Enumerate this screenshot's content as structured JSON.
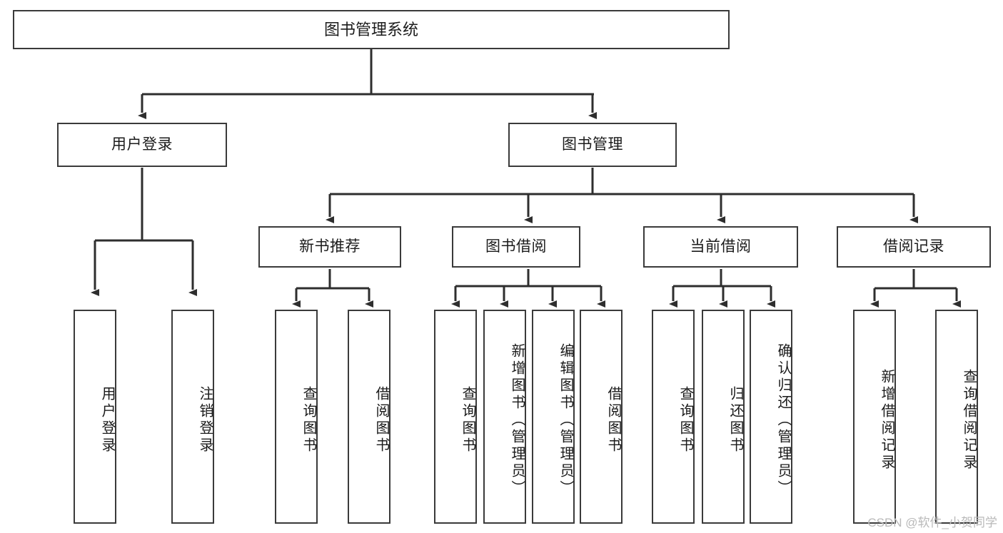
{
  "diagram": {
    "title": "图书管理系统",
    "type": "tree-hierarchy-diagram",
    "watermark": "CSDN @软件_小贺同学",
    "accent_color": "#3a3a3a",
    "background_color": "#ffffff",
    "root": {
      "label": "图书管理系统"
    },
    "level2": [
      {
        "id": "user-login",
        "label": "用户登录"
      },
      {
        "id": "book-management",
        "label": "图书管理"
      }
    ],
    "level3": [
      {
        "id": "new-book-recommend",
        "label": "新书推荐"
      },
      {
        "id": "book-borrow",
        "label": "图书借阅"
      },
      {
        "id": "current-borrow",
        "label": "当前借阅"
      },
      {
        "id": "borrow-record",
        "label": "借阅记录"
      }
    ],
    "leaves": [
      {
        "id": "leaf-user-login",
        "label": "用户登录",
        "parent": "user-login"
      },
      {
        "id": "leaf-logout-login",
        "label": "注销登录",
        "parent": "user-login"
      },
      {
        "id": "leaf-query-book-1",
        "label": "查询图书",
        "parent": "new-book-recommend"
      },
      {
        "id": "leaf-borrow-book-1",
        "label": "借阅图书",
        "parent": "new-book-recommend"
      },
      {
        "id": "leaf-query-book-2",
        "label": "查询图书",
        "parent": "book-borrow"
      },
      {
        "id": "leaf-add-book",
        "label": "新增图书（管理员）",
        "parent": "book-borrow"
      },
      {
        "id": "leaf-edit-book",
        "label": "编辑图书（管理员）",
        "parent": "book-borrow"
      },
      {
        "id": "leaf-borrow-book-2",
        "label": "借阅图书",
        "parent": "book-borrow"
      },
      {
        "id": "leaf-query-book-3",
        "label": "查询图书",
        "parent": "current-borrow"
      },
      {
        "id": "leaf-return-book",
        "label": "归还图书",
        "parent": "current-borrow"
      },
      {
        "id": "leaf-confirm-return",
        "label": "确认归还（管理员）",
        "parent": "current-borrow"
      },
      {
        "id": "leaf-add-record",
        "label": "新增借阅记录",
        "parent": "borrow-record"
      },
      {
        "id": "leaf-query-record",
        "label": "查询借阅记录",
        "parent": "borrow-record"
      }
    ]
  }
}
